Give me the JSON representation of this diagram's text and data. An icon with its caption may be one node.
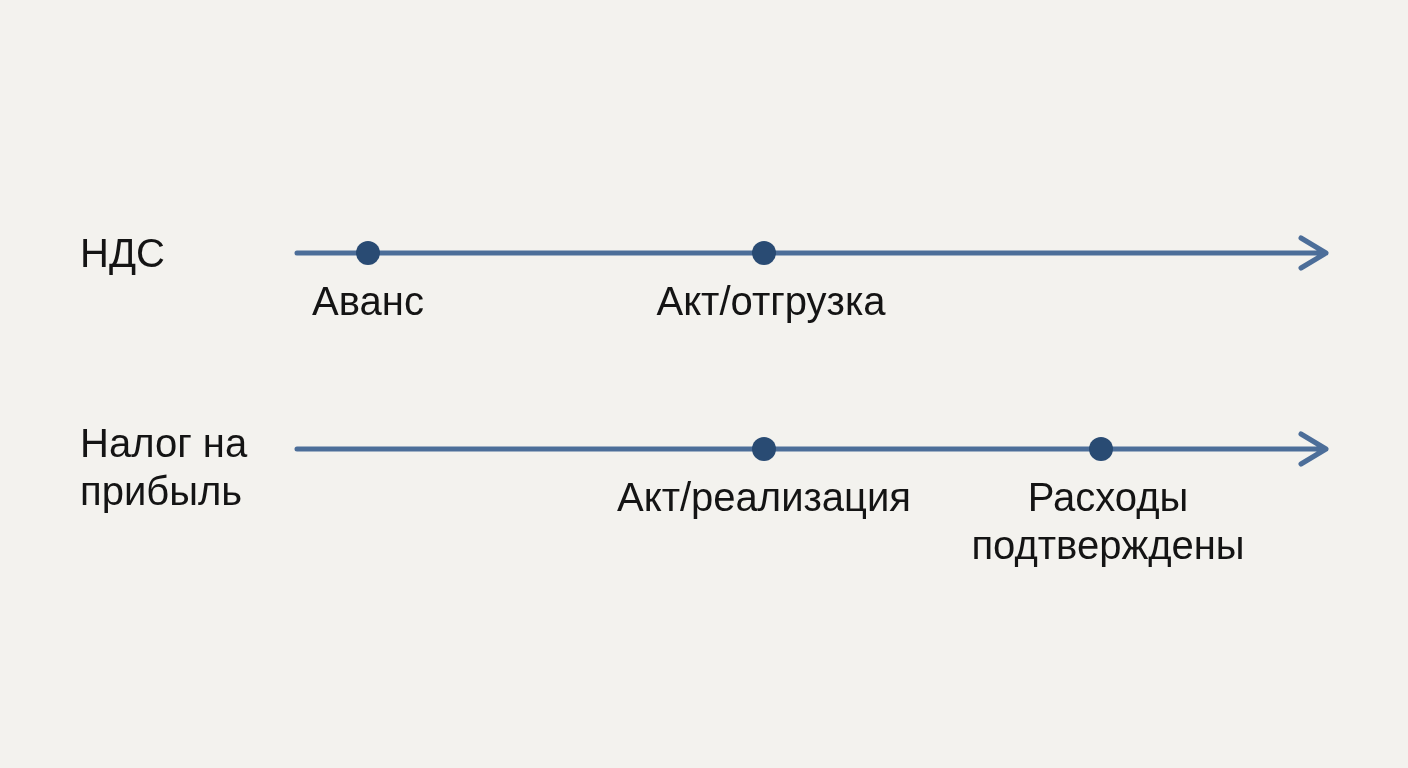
{
  "diagram": {
    "nodes": [
      {
        "text": [],
        "shape": "circle",
        "beside": [
          "Аванс"
        ]
      },
      {
        "text": [],
        "shape": "circle",
        "beside": [
          "Акт/отгрузка"
        ]
      },
      {
        "text": [],
        "shape": "circle",
        "beside": [
          "Акт/реализация"
        ]
      },
      {
        "text": [],
        "shape": "circle",
        "beside": [
          "Расходы подтверждены"
        ]
      }
    ],
    "labels": [
      "НДС",
      "Налог на прибыль"
    ]
  }
}
